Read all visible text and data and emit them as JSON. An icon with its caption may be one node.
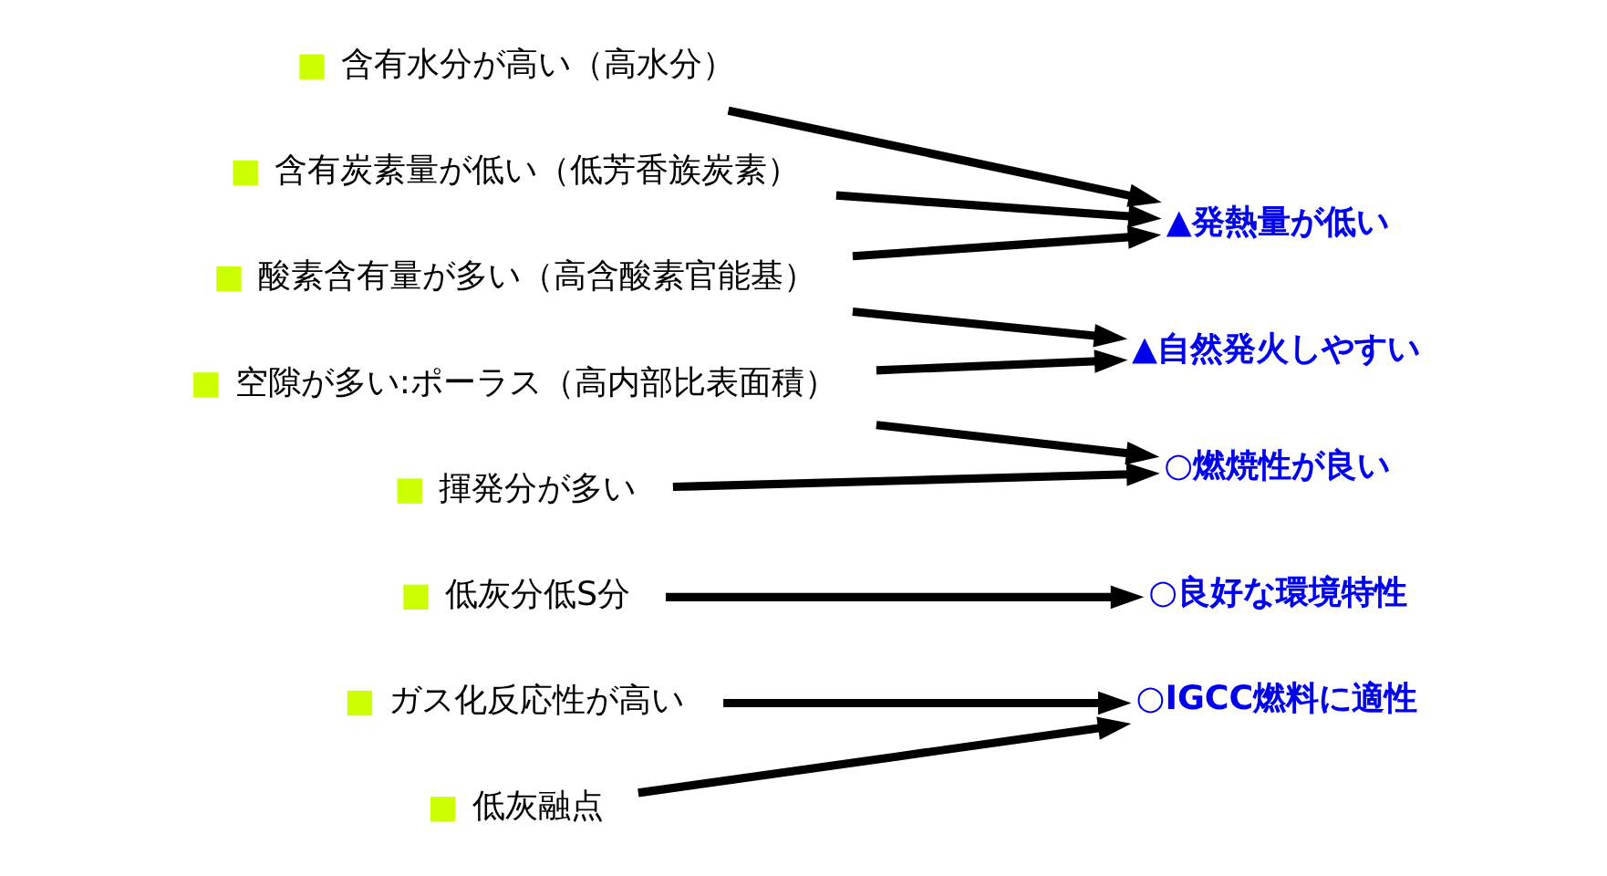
{
  "diagram": {
    "nodes": [
      {
        "text": [
          "含有水分が高い（高水分）"
        ]
      },
      {
        "text": [
          "含有炭素量が低い（低芳香族炭素）"
        ]
      },
      {
        "text": [
          "酸素含有量が多い（高含酸素官能基）"
        ]
      },
      {
        "text": [
          "空隙が多い:ポーラス（高内部比表面積）"
        ]
      },
      {
        "text": [
          "揮発分が多い"
        ]
      },
      {
        "text": [
          "低灰分低S分"
        ]
      },
      {
        "text": [
          "ガス化反応性が高い"
        ]
      },
      {
        "text": [
          "低灰融点"
        ]
      },
      {
        "text": [
          "▲発熱量が低い"
        ]
      },
      {
        "text": [
          "▲自然発火しやすい"
        ]
      },
      {
        "text": [
          "○燃焼性が良い"
        ]
      },
      {
        "text": [
          "○良好な環境特性"
        ]
      },
      {
        "text": [
          "○IGCC燃料に適性"
        ]
      }
    ],
    "edges": [
      {
        "from": 0,
        "to": 8,
        "arrow": "to"
      },
      {
        "from": 1,
        "to": 8,
        "arrow": "to"
      },
      {
        "from": 2,
        "to": 8,
        "arrow": "to"
      },
      {
        "from": 2,
        "to": 9,
        "arrow": "to"
      },
      {
        "from": 3,
        "to": 9,
        "arrow": "to"
      },
      {
        "from": 3,
        "to": 10,
        "arrow": "to"
      },
      {
        "from": 4,
        "to": 10,
        "arrow": "to"
      },
      {
        "from": 5,
        "to": 11,
        "arrow": "to"
      },
      {
        "from": 6,
        "to": 12,
        "arrow": "to"
      },
      {
        "from": 7,
        "to": 12,
        "arrow": "to"
      }
    ]
  }
}
